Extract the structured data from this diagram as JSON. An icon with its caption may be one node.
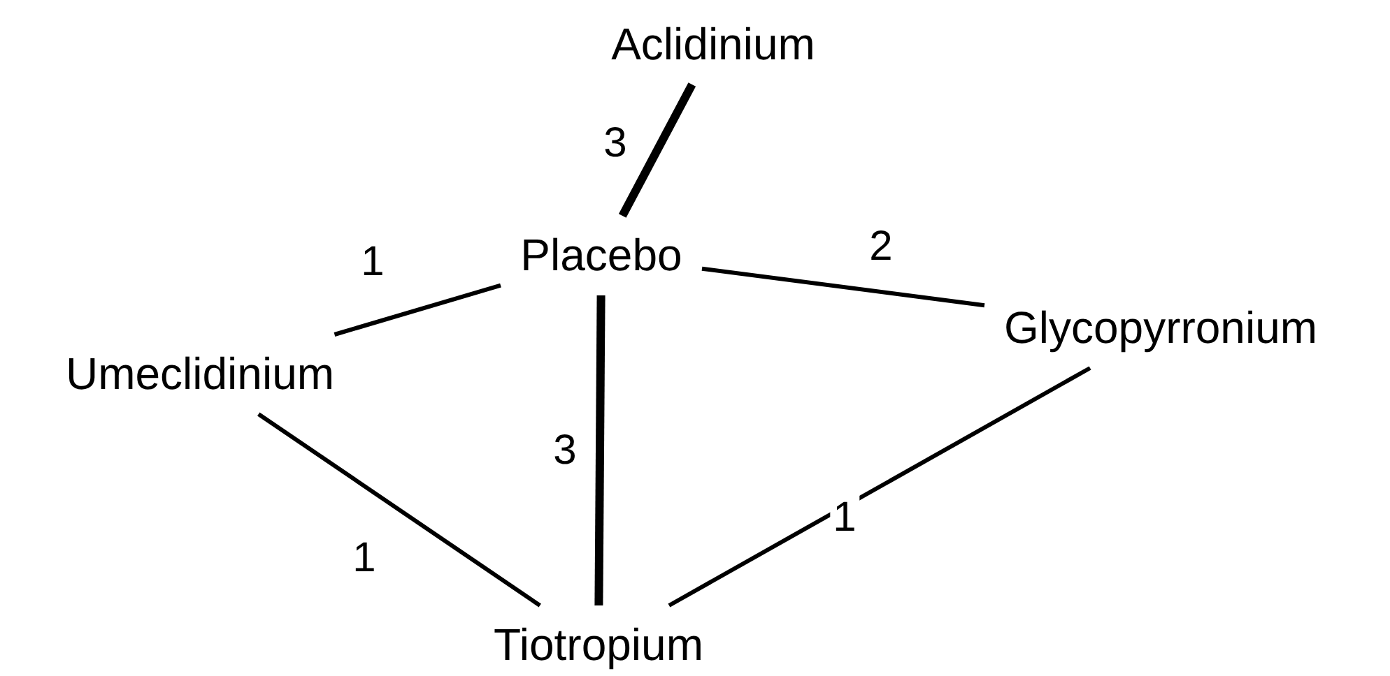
{
  "diagram": {
    "nodes": [
      {
        "text": [
          "Aclidinium"
        ]
      },
      {
        "text": [
          "Placebo"
        ]
      },
      {
        "text": [
          "Glycopyrronium"
        ]
      },
      {
        "text": [
          "Umeclidinium"
        ]
      },
      {
        "text": [
          "Tiotropium"
        ]
      }
    ],
    "edges": [
      {
        "from": 0,
        "to": 1,
        "arrow": "none",
        "label": "3",
        "style": "thick"
      },
      {
        "from": 1,
        "to": 3,
        "arrow": "none",
        "label": "1"
      },
      {
        "from": 1,
        "to": 2,
        "arrow": "none",
        "label": "2"
      },
      {
        "from": 1,
        "to": 4,
        "arrow": "none",
        "label": "3",
        "style": "thick"
      },
      {
        "from": 3,
        "to": 4,
        "arrow": "none",
        "label": "1"
      },
      {
        "from": 2,
        "to": 4,
        "arrow": "none",
        "label": "1"
      }
    ]
  }
}
